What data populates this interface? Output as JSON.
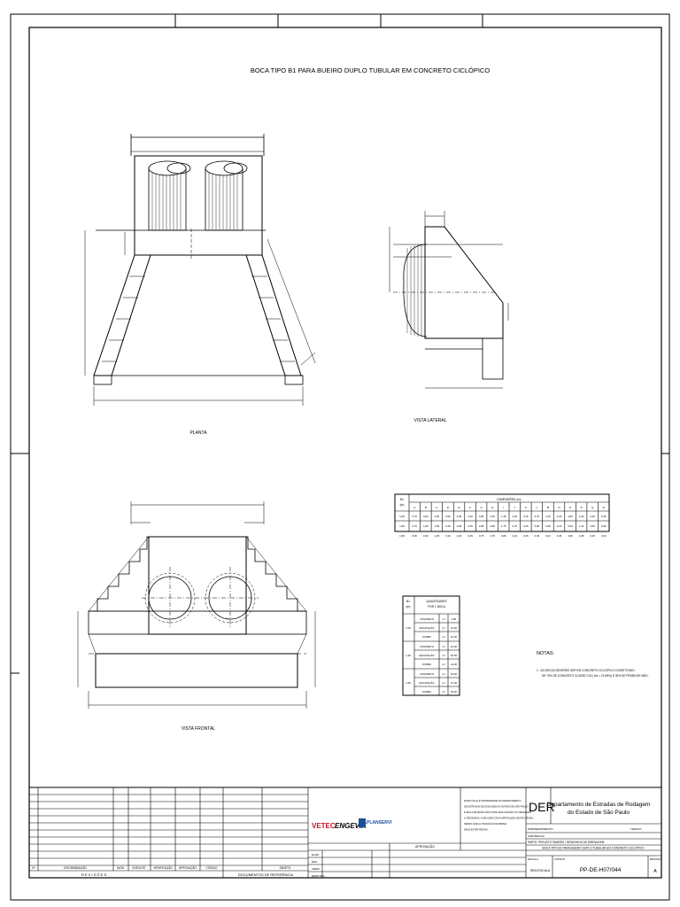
{
  "title": "BOCA TIPO B1 PARA BUEIRO DUPLO TUBULAR EM CONCRETO CICLÓPICO",
  "views": {
    "plan": "PLANTA",
    "lateral": "VISTA LATERAL",
    "frontal": "VISTA FRONTAL"
  },
  "dimensions_table": {
    "corner_header": [
      "B1",
      "(m)"
    ],
    "group_header": "DIMENSÕES (m)",
    "columns": [
      "A",
      "B",
      "C",
      "D",
      "E",
      "F",
      "G",
      "H",
      "I",
      "J",
      "K",
      "L",
      "M",
      "N",
      "O",
      "P",
      "Q",
      "R"
    ],
    "rows": [
      {
        "b1": "1,00",
        "values": [
          "5,70",
          "0,90",
          "1,50",
          "0,95",
          "0,45",
          "0,30",
          "0,85",
          "4,30",
          "1,45",
          "3,00",
          "0,15",
          "5,70",
          "1,30",
          "0,15",
          "4,50",
          "2,40",
          "0,45",
          "0,30"
        ]
      },
      {
        "b1": "1,20",
        "values": [
          "6,70",
          "1,05",
          "1,55",
          "0,30",
          "0,45",
          "0,45",
          "0,85",
          "4,80",
          "1,75",
          "0,75",
          "0,15",
          "5,80",
          "0,45",
          "0,15",
          "5,60",
          "1,10",
          "0,45",
          "0,30"
        ]
      },
      {
        "b1": "1,50",
        "values": [
          "8,05",
          "0,30",
          "2,05",
          "0,30",
          "0,45",
          "0,45",
          "0,75",
          "4,75",
          "0,80",
          "4,10",
          "0,45",
          "0,45",
          "0,30",
          "0,45",
          "3,95",
          "2,45",
          "0,45",
          "0,30"
        ]
      }
    ]
  },
  "quantities_table": {
    "header_b1": [
      "B1",
      "(m)"
    ],
    "header_qty": [
      "QUANTIDADES",
      "POR 1 BOCA"
    ],
    "groups": [
      {
        "b1": "1,00",
        "rows": [
          [
            "CONCRETO",
            "m³",
            "3,80"
          ],
          [
            "ESCAVAÇÃO",
            "m³",
            "10,90"
          ],
          [
            "FORMA",
            "m²",
            "21,00"
          ]
        ]
      },
      {
        "b1": "1,20",
        "rows": [
          [
            "CONCRETO",
            "m³",
            "10,30"
          ],
          [
            "ESCAVAÇÃO",
            "m³",
            "18,50"
          ],
          [
            "FORMA",
            "m²",
            "41,00"
          ]
        ]
      },
      {
        "b1": "1,50",
        "rows": [
          [
            "CONCRETO",
            "m³",
            "16,00"
          ],
          [
            "ESCAVAÇÃO",
            "m³",
            "27,00"
          ],
          [
            "FORMA",
            "m²",
            "53,00"
          ]
        ]
      }
    ]
  },
  "notes": {
    "heading": "NOTAS:",
    "lines": [
      "1 - AS BOCAS DEVERÃO SER EM CONCRETO CICLÓPICO CONSTITUÍDO",
      "DE 70% DE CONCRETO CLASSE C15 ( fck = 15 MPa) E 30% DE PEDRA DE MÃO."
    ]
  },
  "title_block": {
    "revision_headers": [
      "Nº",
      "DISCRIMINAÇÃO",
      "DATA",
      "EXECUTE",
      "VERIFICAÇÃO",
      "APROVAÇÃO"
    ],
    "revisions_label": "R E V I S Õ E S",
    "reference_headers": [
      "CÓDIGO",
      "OBJETO"
    ],
    "reference_label": "DOCUMENTOS DE REFERÊNCIA",
    "approval_label": "APROVAÇÃO",
    "company_logos": [
      "VETEC",
      "ENGEVIX",
      "PLANSERVI"
    ],
    "roles": [
      "ELAB.",
      "DES.",
      "VERIF.",
      "RESP.TÉC."
    ],
    "confidential_text": [
      "ESTE FOLHA É PROPRIEDADE DO DEPARTAMENTO",
      "DE ESTRADAS DE RODAGEM DO ESTADO DE SÃO PAULO",
      "E SEU CONTEÚDO NÃO PODE SER COPIADO OU REVELADO",
      "A TERCEIROS, A NÃO SER COM A APROVAÇÃO DESTE ÓRGÃO,",
      "SENDO QUE A UTILIZAÇÃO DA MESMA",
      "DEVE ESTAR REGIDA."
    ],
    "org_abbrev": "DER",
    "org_name_1": "Departamento de Estradas de Rodagem",
    "org_name_2": "do Estado de São Paulo",
    "fields": [
      "EMPREENDIMENTO",
      "SUBTRECHO",
      "",
      "TRECHO"
    ],
    "subject_line": "PARTE: PROJETO PADRÃO / DESENHOS DE DRENAGEM",
    "drawing_title": "BOCA TIPO B1 PARA BUEIRO DUPLO TUBULAR EM CONCRETO CICLÓPICO",
    "scale_label": "ESCALA",
    "scale_value": "SEM ESCALA",
    "code_label": "CÓDIGO",
    "code_value": "PP-DE-H07/044",
    "revision_label": "REVISÃO",
    "revision_value": "A"
  }
}
